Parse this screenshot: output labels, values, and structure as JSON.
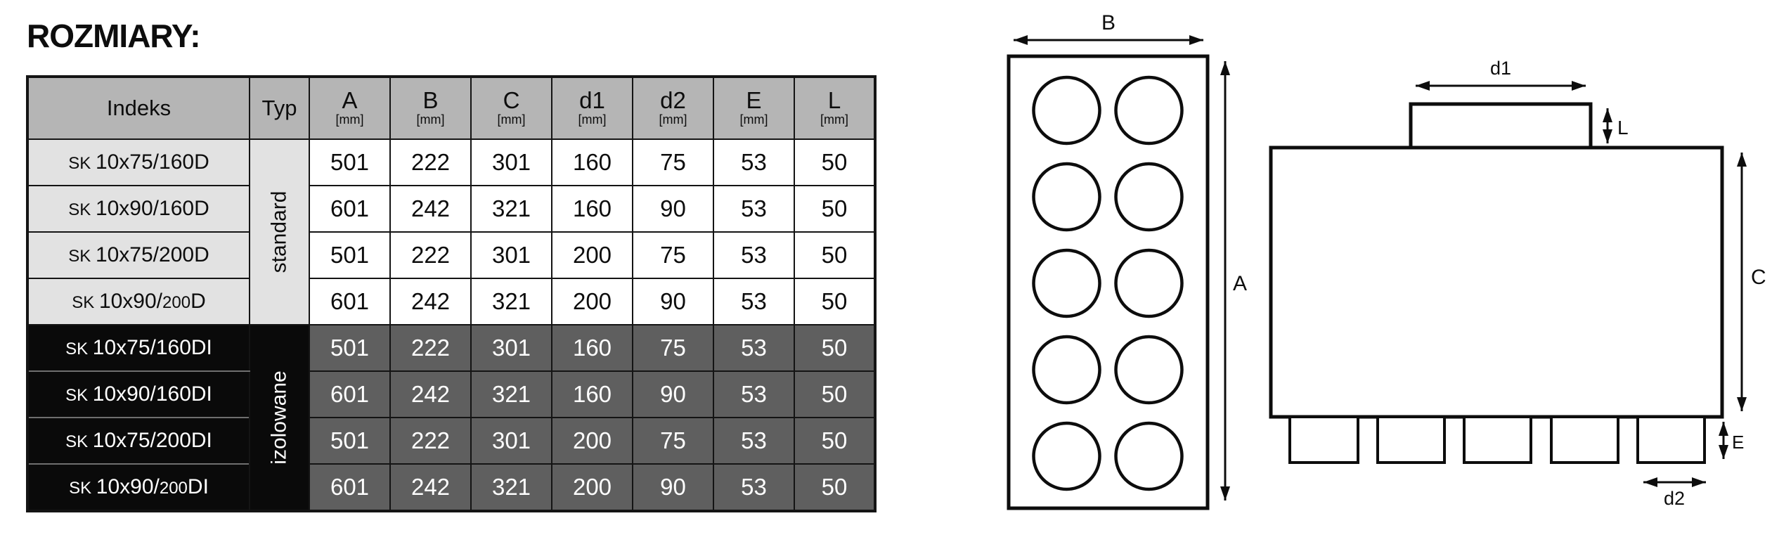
{
  "page": {
    "title": "ROZMIARY:"
  },
  "table": {
    "headers": {
      "indeks": "Indeks",
      "typ": "Typ",
      "dims": [
        {
          "name": "A",
          "unit": "[mm]"
        },
        {
          "name": "B",
          "unit": "[mm]"
        },
        {
          "name": "C",
          "unit": "[mm]"
        },
        {
          "name": "d1",
          "unit": "[mm]"
        },
        {
          "name": "d2",
          "unit": "[mm]"
        },
        {
          "name": "E",
          "unit": "[mm]"
        },
        {
          "name": "L",
          "unit": "[mm]"
        }
      ]
    },
    "groups": [
      {
        "type_label": "standard",
        "theme": "light",
        "rows": [
          {
            "label_parts": [
              {
                "t": "SK ",
                "s": "sk"
              },
              {
                "t": "10x75/160D",
                "s": ""
              }
            ],
            "values": [
              501,
              222,
              301,
              160,
              75,
              53,
              50
            ]
          },
          {
            "label_parts": [
              {
                "t": "SK ",
                "s": "sk"
              },
              {
                "t": "10x90/160D",
                "s": ""
              }
            ],
            "values": [
              601,
              242,
              321,
              160,
              90,
              53,
              50
            ]
          },
          {
            "label_parts": [
              {
                "t": "SK ",
                "s": "sk"
              },
              {
                "t": "10x75/200D",
                "s": ""
              }
            ],
            "values": [
              501,
              222,
              301,
              200,
              75,
              53,
              50
            ]
          },
          {
            "label_parts": [
              {
                "t": "SK ",
                "s": "sk"
              },
              {
                "t": "10x90/",
                "s": ""
              },
              {
                "t": "200",
                "s": "sm"
              },
              {
                "t": "D",
                "s": ""
              }
            ],
            "values": [
              601,
              242,
              321,
              200,
              90,
              53,
              50
            ]
          }
        ]
      },
      {
        "type_label": "izolowane",
        "theme": "dark",
        "rows": [
          {
            "label_parts": [
              {
                "t": "SK ",
                "s": "sk"
              },
              {
                "t": "10x75/160DI",
                "s": ""
              }
            ],
            "values": [
              501,
              222,
              301,
              160,
              75,
              53,
              50
            ]
          },
          {
            "label_parts": [
              {
                "t": "SK ",
                "s": "sk"
              },
              {
                "t": "10x90/160DI",
                "s": ""
              }
            ],
            "values": [
              601,
              242,
              321,
              160,
              90,
              53,
              50
            ]
          },
          {
            "label_parts": [
              {
                "t": "SK ",
                "s": "sk"
              },
              {
                "t": "10x75/200DI",
                "s": ""
              }
            ],
            "values": [
              501,
              222,
              301,
              200,
              75,
              53,
              50
            ]
          },
          {
            "label_parts": [
              {
                "t": "SK ",
                "s": "sk"
              },
              {
                "t": "10x90/",
                "s": ""
              },
              {
                "t": "200",
                "s": "sm"
              },
              {
                "t": "DI",
                "s": ""
              }
            ],
            "values": [
              601,
              242,
              321,
              200,
              90,
              53,
              50
            ]
          }
        ]
      }
    ]
  },
  "diagrams": {
    "front": {
      "b_label": "B",
      "a_label": "A",
      "circle_rows": 5,
      "circle_cols": 2
    },
    "side": {
      "d1_label": "d1",
      "l_label": "L",
      "c_label": "C",
      "e_label": "E",
      "d2_label": "d2",
      "stub_count": 5
    }
  },
  "colors": {
    "header_bg": "#b5b5b5",
    "light_row_bg": "#e2e2e2",
    "white_cell_bg": "#ffffff",
    "dark_row_bg": "#0a0a0a",
    "dark_cell_bg": "#5f5f5f",
    "border": "#141414",
    "line_art": "#0d0d0d"
  }
}
